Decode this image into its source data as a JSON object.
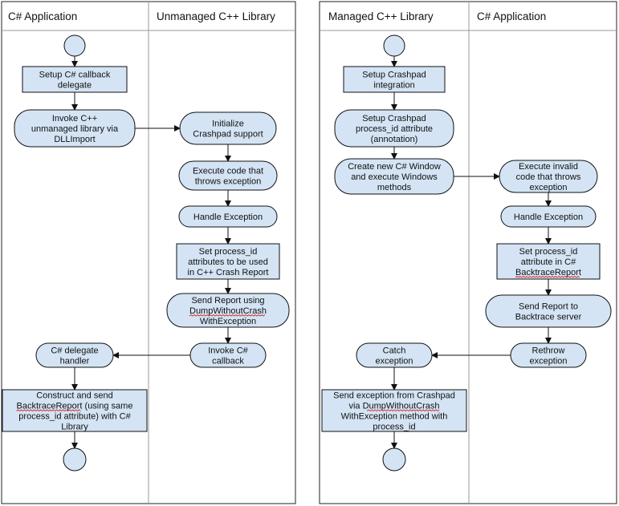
{
  "left_panel": {
    "lanes": [
      "C# Application",
      "Unmanaged C++ Library"
    ],
    "nodes": [
      {
        "id": "L-start",
        "shape": "circle",
        "lines": []
      },
      {
        "id": "L-setup-delegate",
        "shape": "rect",
        "lines": [
          "Setup C# callback",
          "delegate"
        ]
      },
      {
        "id": "L-invoke-cpp",
        "shape": "round",
        "lines": [
          "Invoke C++",
          "unmanaged library via",
          "DLLImport"
        ]
      },
      {
        "id": "L-init-crashpad",
        "shape": "round",
        "lines": [
          "Initialize",
          "Crashpad support"
        ]
      },
      {
        "id": "L-execute-throw",
        "shape": "round",
        "lines": [
          "Execute code that",
          "throws exception"
        ]
      },
      {
        "id": "L-handle-exception",
        "shape": "round",
        "lines": [
          "Handle Exception"
        ]
      },
      {
        "id": "L-set-attrs",
        "shape": "rect",
        "lines": [
          "Set process_id",
          "attributes to be used",
          "in C++ Crash Report"
        ]
      },
      {
        "id": "L-send-report",
        "shape": "round",
        "lines": [
          "Send Report using",
          "DumpWithoutCrash",
          "WithException"
        ]
      },
      {
        "id": "L-invoke-callback",
        "shape": "round",
        "lines": [
          "Invoke C#",
          "callback"
        ]
      },
      {
        "id": "L-delegate-handler",
        "shape": "round",
        "lines": [
          "C# delegate",
          "handler"
        ]
      },
      {
        "id": "L-construct-send",
        "shape": "rect",
        "lines": [
          "Construct and send",
          "BacktraceReport (using same",
          "process_id attribute) with C#",
          "Library"
        ]
      },
      {
        "id": "L-end",
        "shape": "circle",
        "lines": []
      }
    ]
  },
  "right_panel": {
    "lanes": [
      "Managed C++ Library",
      "C# Application"
    ],
    "nodes": [
      {
        "id": "R-start",
        "shape": "circle",
        "lines": []
      },
      {
        "id": "R-setup-crashpad",
        "shape": "rect",
        "lines": [
          "Setup Crashpad",
          "integration"
        ]
      },
      {
        "id": "R-setup-attr",
        "shape": "round",
        "lines": [
          "Setup Crashpad",
          "process_id attribute",
          "(annotation)"
        ]
      },
      {
        "id": "R-create-window",
        "shape": "round",
        "lines": [
          "Create new C# Window",
          "and execute Windows",
          "methods"
        ]
      },
      {
        "id": "R-execute-invalid",
        "shape": "round",
        "lines": [
          "Execute invalid",
          "code that throws",
          "exception"
        ]
      },
      {
        "id": "R-handle-exception",
        "shape": "round",
        "lines": [
          "Handle Exception"
        ]
      },
      {
        "id": "R-set-attr",
        "shape": "rect",
        "lines": [
          "Set process_id",
          "attribute in C#",
          "BacktraceReport"
        ]
      },
      {
        "id": "R-send-report",
        "shape": "round",
        "lines": [
          "Send Report to",
          "Backtrace server"
        ]
      },
      {
        "id": "R-rethrow",
        "shape": "round",
        "lines": [
          "Rethrow",
          "exception"
        ]
      },
      {
        "id": "R-catch",
        "shape": "round",
        "lines": [
          "Catch",
          "exception"
        ]
      },
      {
        "id": "R-send-crashpad",
        "shape": "rect",
        "lines": [
          "Send exception from Crashpad",
          "via DumpWithoutCrash",
          "WithException method with",
          "process_id"
        ]
      },
      {
        "id": "R-end",
        "shape": "circle",
        "lines": []
      }
    ]
  },
  "colors": {
    "node_fill": "#d4e4f4",
    "stroke": "#111111",
    "spellcheck_underline": "#d03030"
  }
}
